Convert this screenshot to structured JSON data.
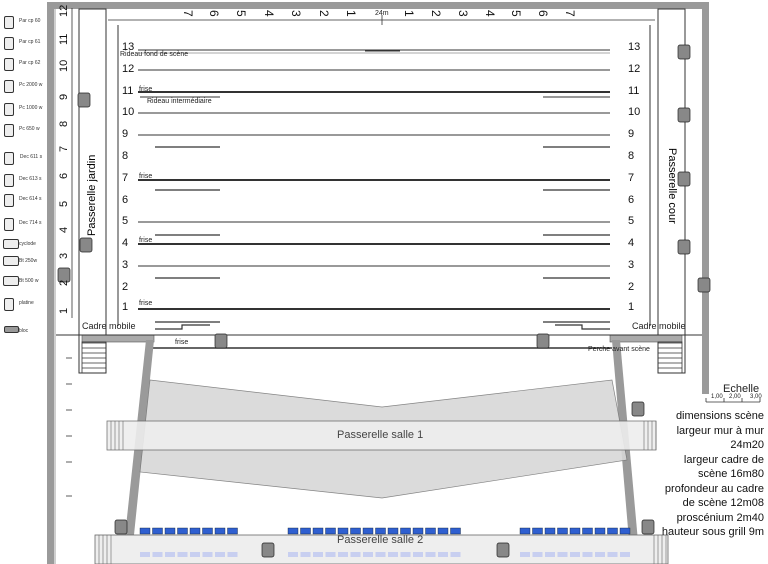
{
  "legend": [
    {
      "label": "Par cp 60"
    },
    {
      "label": "Par cp 61"
    },
    {
      "label": "Par cp 62"
    },
    {
      "label": "Pc 2000 w"
    },
    {
      "label": "Pc 1000 w"
    },
    {
      "label": "Pc 650 w"
    },
    {
      "label": "Dec 611 s"
    },
    {
      "label": "Dec 613 s"
    },
    {
      "label": "Dec 614 s"
    },
    {
      "label": "Dec 714 s"
    },
    {
      "label": "cyclode"
    },
    {
      "label": "Bt 250w"
    },
    {
      "label": "Bt 500 w"
    },
    {
      "label": "platine"
    },
    {
      "label": "bloc"
    }
  ],
  "top_scale": {
    "width_label": "24m",
    "left_ticks": [
      "7",
      "6",
      "5",
      "4",
      "3",
      "2",
      "1"
    ],
    "right_ticks": [
      "1",
      "2",
      "3",
      "4",
      "5",
      "6",
      "7"
    ]
  },
  "depth_scale": [
    "12",
    "11",
    "10",
    "9",
    "8",
    "7",
    "6",
    "5",
    "4",
    "3",
    "2",
    "1"
  ],
  "rows": [
    "13",
    "12",
    "11",
    "10",
    "9",
    "8",
    "7",
    "6",
    "5",
    "4",
    "3",
    "2",
    "1"
  ],
  "labels": {
    "rideau_fond": "Rideau fond de scène",
    "rideau_inter": "Rideau intermédiaire",
    "frise": "frise",
    "frise_front": "frise",
    "passerelle_jardin": "Passerelle jardin",
    "passerelle_cour": "Passerelle cour",
    "cadre_left": "Cadre mobile",
    "cadre_right": "Cadre mobile",
    "perche": "Perche avant scène",
    "passerelle_salle_1": "Passerelle salle 1",
    "passerelle_salle_2": "Passerelle salle 2"
  },
  "scale_box": {
    "title": "Echelle",
    "ticks": [
      "1,00",
      "2,00",
      "3,00"
    ]
  },
  "dimensions": [
    "dimensions scène",
    "largeur mur à mur",
    "24m20",
    "largeur cadre de",
    "scène 16m80",
    "profondeur au cadre",
    "de scène 12m08",
    "proscénium 2m40",
    "hauteur sous grill 9m"
  ],
  "colors": {
    "seat_blue": "#2f5fd0",
    "seat_light": "#c8cff0",
    "gallery": "#d8d8d8",
    "wall": "#9a9a9a"
  }
}
